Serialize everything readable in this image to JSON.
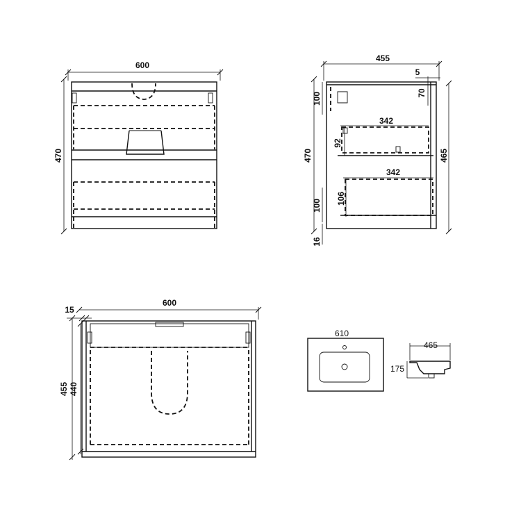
{
  "front_view": {
    "width": "600",
    "height": "470"
  },
  "side_view": {
    "depth": "455",
    "top_offset": "5",
    "top_depth": "70",
    "upper_drawer_gap": "100",
    "drawer1_depth": "342",
    "drawer1_height": "92",
    "drawer2_depth": "342",
    "drawer2_height": "106",
    "bottom_gap": "100",
    "overall_height": "470",
    "body_height": "465",
    "base_offset": "16"
  },
  "plan_view": {
    "width": "600",
    "side_offset": "15",
    "depth": "455",
    "inner_depth": "440"
  },
  "basin_plan": {
    "width": "610"
  },
  "basin_profile": {
    "depth": "465",
    "height": "175"
  }
}
